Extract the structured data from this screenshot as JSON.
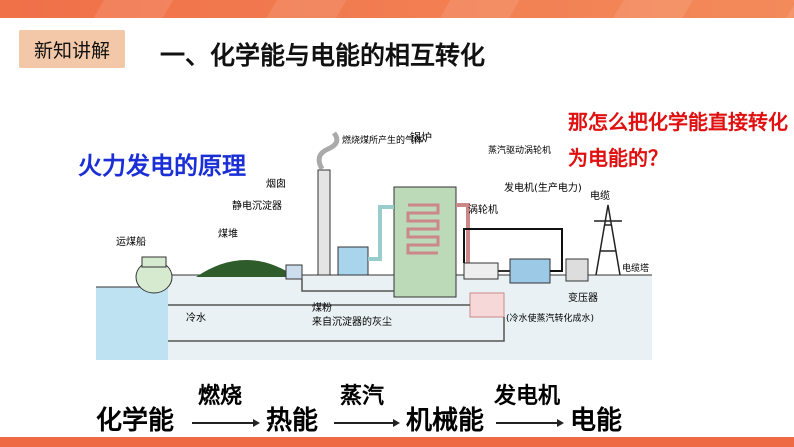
{
  "tag": "新知讲解",
  "title": "一、化学能与电能的相互转化",
  "subtitle": "火力发电的原理",
  "question": "那怎么把化学能直接转化为电能的？",
  "diagram_labels": {
    "boat": "运煤船",
    "coal_pile": "煤堆",
    "precipitator": "静电沉淀器",
    "chimney": "烟囱",
    "burning_gas": "燃烧煤所产生的气体",
    "boiler": "锅炉",
    "steam_turbine": "蒸汽驱动涡轮机",
    "turbine": "涡轮机",
    "generator": "发电机(生产电力)",
    "tower_top": "电缆",
    "tower": "电缆塔",
    "transformer": "变压器",
    "cold_water": "冷水",
    "coal_powder": "煤粉",
    "ash": "来自沉淀器的灰尘",
    "condense": "(冷水使蒸汽转化成水)"
  },
  "chain": {
    "t1": "化学能",
    "p1": "燃烧",
    "t2": "热能",
    "p2": "蒸汽",
    "t3": "机械能",
    "p3": "发电机",
    "t4": "电能"
  },
  "colors": {
    "accent": "#ee6a44",
    "blue": "#1a2fd6",
    "red": "#e01010"
  }
}
